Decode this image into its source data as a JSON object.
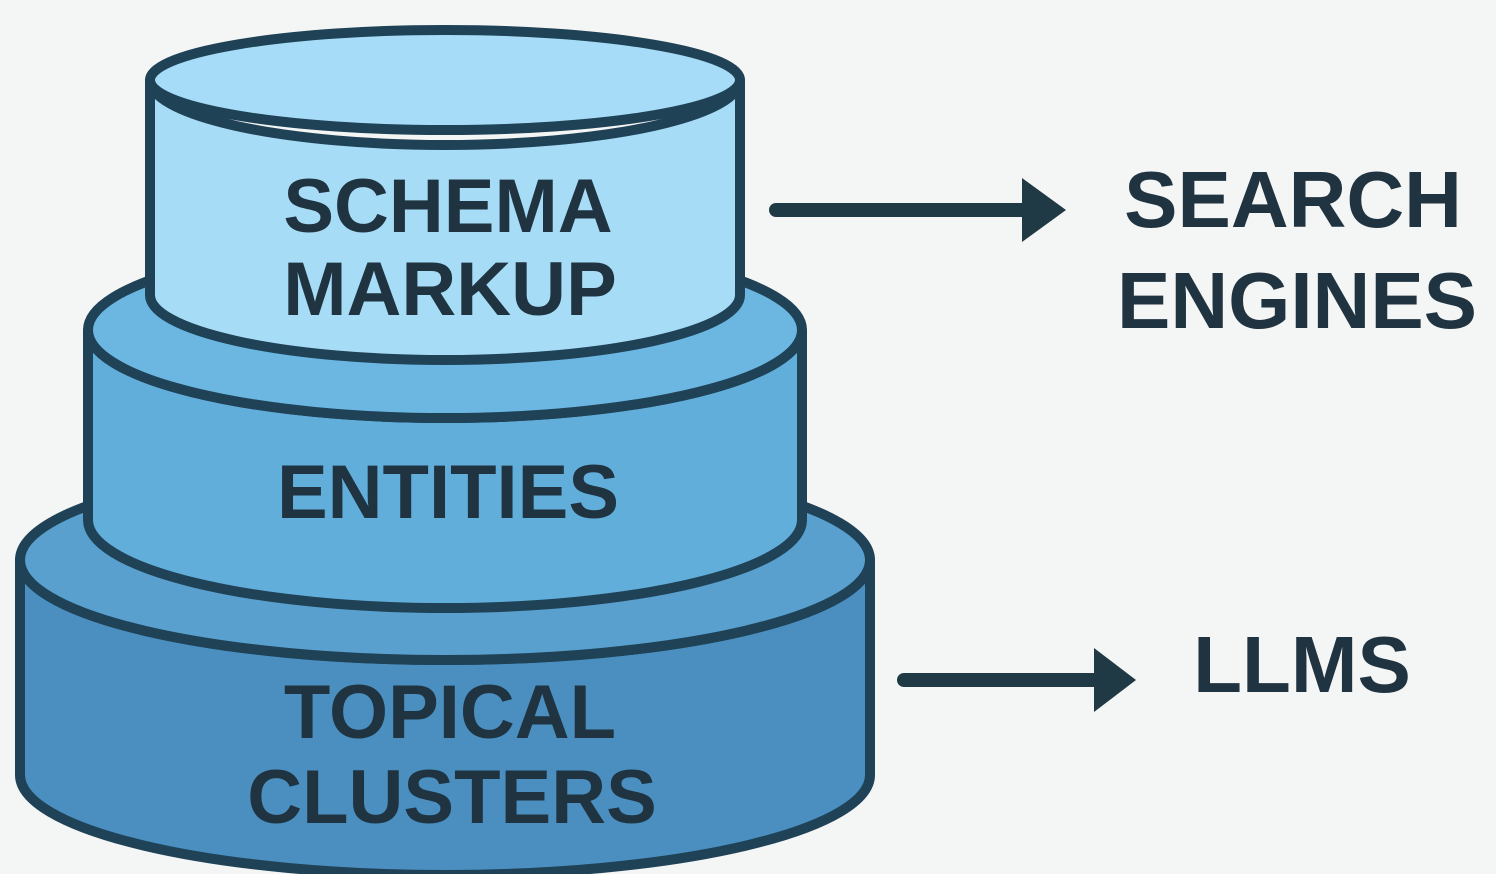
{
  "colors": {
    "background": "#f4f5f5",
    "outline": "#1f4257",
    "text": "#1f3340",
    "arrow": "#1f3a45",
    "top_tier_fill": "#a7dcf6",
    "middle_tier_fill": "#62aedb",
    "bottom_tier_fill": "#4a8fbf"
  },
  "layers": {
    "top": {
      "line1": "SCHEMA",
      "line2": "MARKUP"
    },
    "middle": {
      "line1": "ENTITIES"
    },
    "bottom": {
      "line1": "TOPICAL",
      "line2": "CLUSTERS"
    }
  },
  "targets": {
    "search": {
      "line1": "SEARCH",
      "line2": "ENGINES"
    },
    "llms": {
      "line1": "LLMS"
    }
  },
  "arrows": [
    {
      "from": "layers.top",
      "to": "targets.search",
      "icon": "arrow-right-icon"
    },
    {
      "from": "layers.bottom",
      "to": "targets.llms",
      "icon": "arrow-right-icon"
    }
  ]
}
